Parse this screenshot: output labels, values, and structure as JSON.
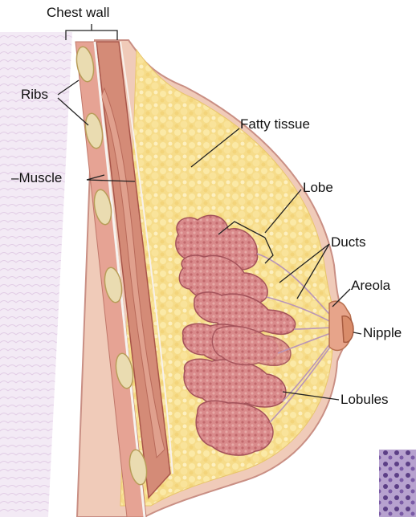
{
  "labels": {
    "chest_wall": "Chest wall",
    "ribs": "Ribs",
    "muscle": "–Muscle",
    "fatty_tissue": "Fatty tissue",
    "lobe": "Lobe",
    "ducts": "Ducts",
    "areola": "Areola",
    "nipple": "Nipple",
    "lobules": "Lobules"
  },
  "colors": {
    "skin": "#f2d6c7",
    "skin_edge": "#c98f84",
    "fat": "#f6dc8a",
    "fat_light": "#fbecb4",
    "muscle": "#d98c78",
    "muscle_dark": "#b9604f",
    "lobe": "#d9898a",
    "lobe_dark": "#a9545a",
    "rib": "#e9dcb1",
    "nipple": "#d98c6a",
    "leader": "#222222",
    "chest_bg": "#efe6f3"
  }
}
